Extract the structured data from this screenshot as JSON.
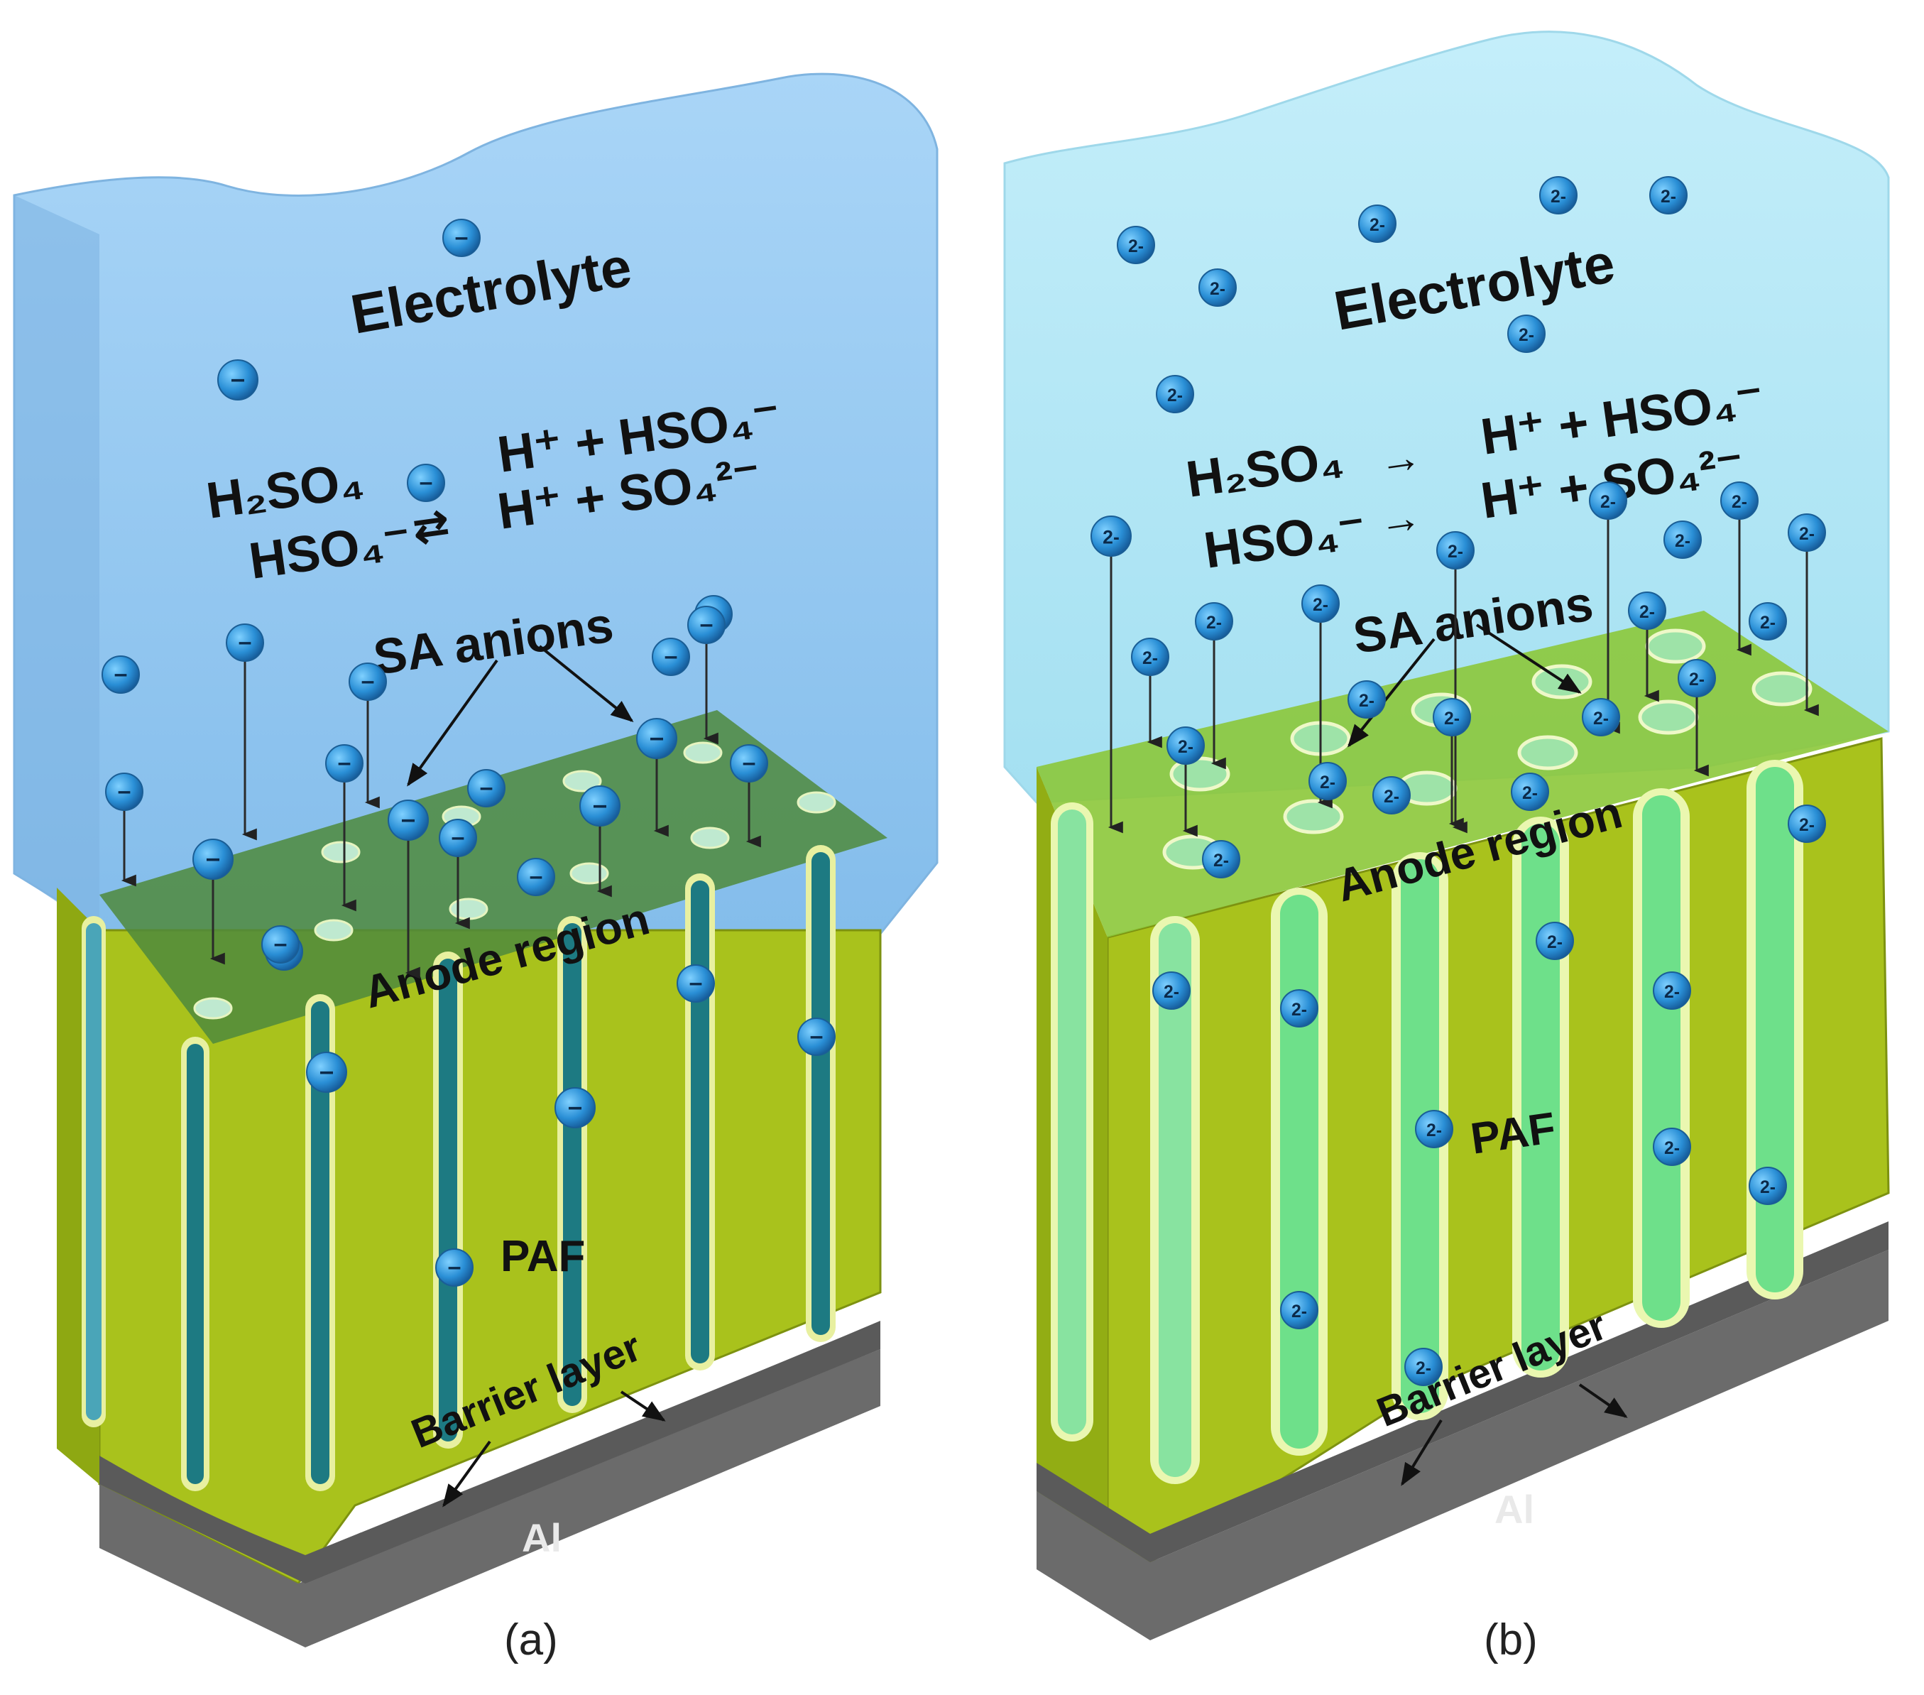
{
  "panel_a": {
    "caption": "(a)",
    "electrolyte": "Electrolyte",
    "eq1": {
      "lhs": "H₂SO₄",
      "arrow": "→",
      "rhs": "H⁺ + HSO₄⁻"
    },
    "eq2": {
      "lhs": "HSO₄⁻",
      "arrow": "⇄",
      "rhs": "H⁺ + SO₄²⁻"
    },
    "sa_anions": "SA anions",
    "anode_region": "Anode region",
    "paf": "PAF",
    "barrier_layer": "Barrier layer",
    "al": "Al",
    "ion_symbol": "–"
  },
  "panel_b": {
    "caption": "(b)",
    "electrolyte": "Electrolyte",
    "eq1": {
      "lhs": "H₂SO₄",
      "arrow": "→",
      "rhs": "H⁺ + HSO₄⁻"
    },
    "eq2": {
      "lhs": "HSO₄⁻",
      "arrow": "→",
      "rhs": "H⁺ + SO₄²⁻"
    },
    "sa_anions": "SA anions",
    "anode_region": "Anode region",
    "paf": "PAF",
    "barrier_layer": "Barrier layer",
    "al": "Al",
    "ion_symbol": "2-"
  },
  "colors": {
    "electrolyte_a": "#8ec2ef",
    "electrolyte_b": "#a8e4f5",
    "oxide": "#a9c21c",
    "anode_top_a": "#4f8a3c",
    "anode_top_b": "#8cc83a",
    "pore_a": "#1d7a82",
    "pore_b": "#6ee08a",
    "al": "#6b6b6b",
    "ion": "#2a8fd6"
  }
}
